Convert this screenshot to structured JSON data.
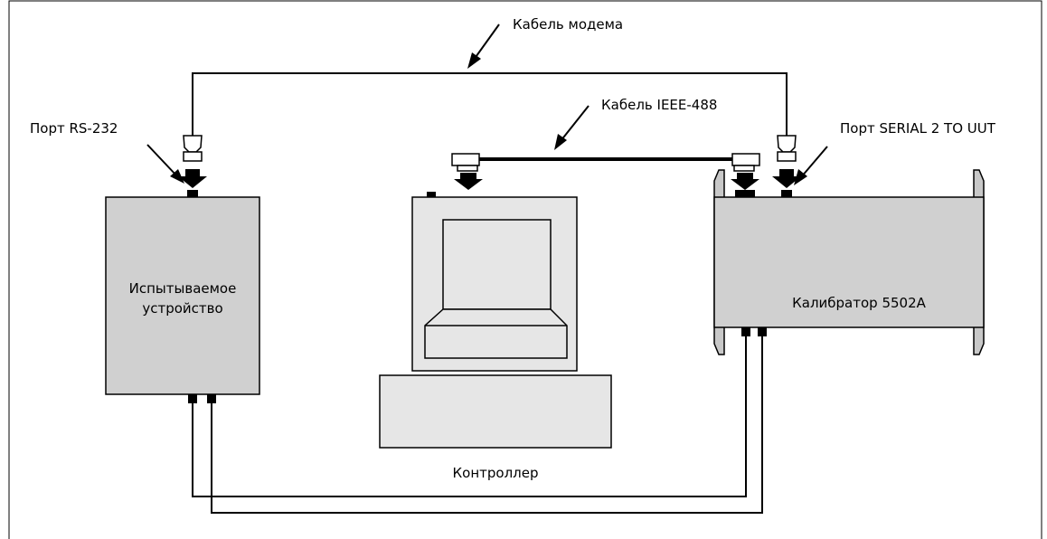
{
  "labels": {
    "modem_cable": "Кабель модема",
    "ieee_cable": "Кабель IEEE-488",
    "rs232_port": "Порт RS-232",
    "serial2_port": "Порт SERIAL 2 TO UUT",
    "uut_line1": "Испытываемое",
    "uut_line2": "устройство",
    "calibrator": "Калибратор 5502A",
    "controller": "Контроллер"
  },
  "colors": {
    "device_fill": "#d0d0d0",
    "monitor_fill": "#e6e6e6",
    "line": "#000000",
    "background": "#ffffff"
  }
}
